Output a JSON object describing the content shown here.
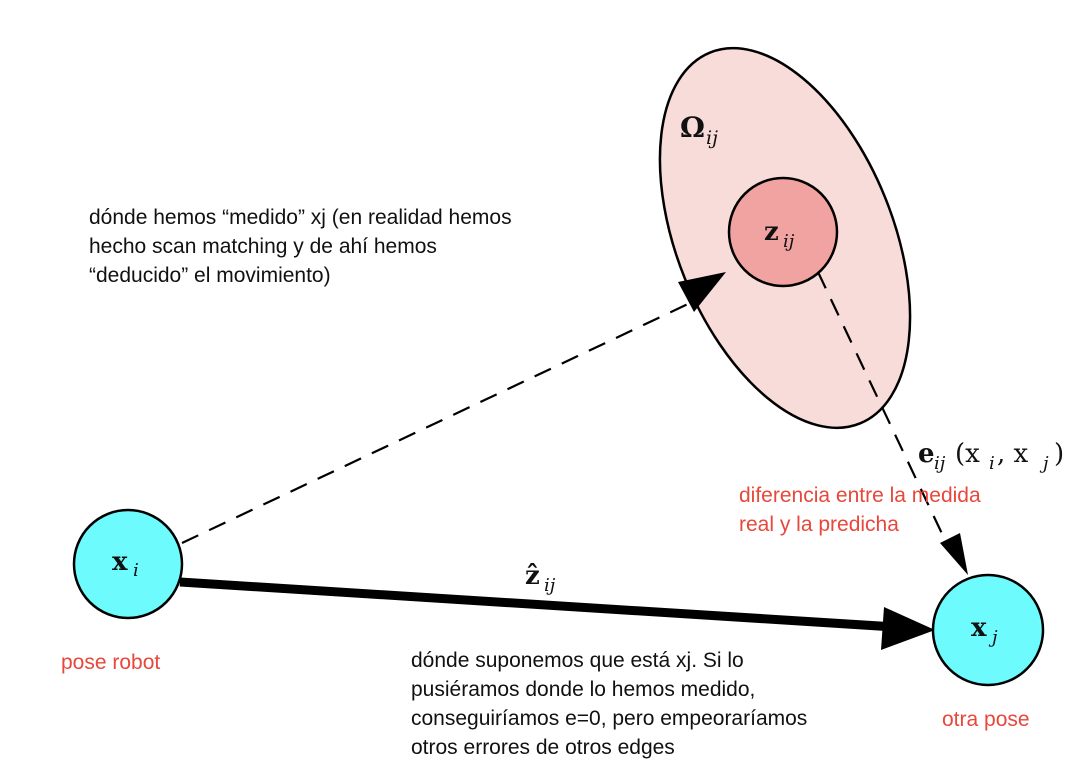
{
  "diagram": {
    "colors": {
      "node_fill": "#6dfbfd",
      "ellipse_fill": "#f7dcd9",
      "measurement_fill": "#f0a3a1",
      "annotation_red": "#e8473b",
      "stroke": "#000000"
    },
    "labels": {
      "omega": "Ω",
      "omega_sub": "ij",
      "z": "z",
      "z_sub": "ij",
      "xi": "x",
      "xi_sub": "i",
      "xj": "x",
      "xj_sub": "j",
      "zhat": "ẑ",
      "zhat_sub": "ij",
      "error": "e",
      "error_sub": "ij",
      "error_args_open": "(x",
      "error_args_i": "i",
      "error_args_mid": ", x",
      "error_args_j": "j",
      "error_args_close": ")"
    },
    "annotations": {
      "measured": [
        "dónde  hemos “medido” xj (en realidad hemos",
        "hecho scan matching y de ahí hemos",
        "“deducido” el movimiento)"
      ],
      "difference": [
        "diferencia entre la medida",
        "real y la predicha"
      ],
      "pose_robot": "pose robot",
      "other_pose": "otra pose",
      "supposed": [
        "dónde suponemos que está xj. Si lo",
        "pusiéramos donde lo hemos medido,",
        "conseguiríamos e=0, pero empeoraríamos",
        "otros errores de otros edges"
      ]
    }
  }
}
